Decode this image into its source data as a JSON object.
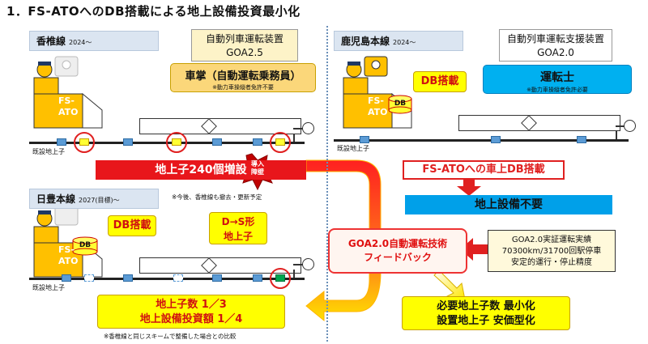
{
  "title": "1．FS-ATOへのDB搭載による地上設備投資最小化",
  "left": {
    "kashii": {
      "line_name": "香椎線",
      "year": "2024～",
      "system": "自動列車運転装置",
      "goa": "GOA2.5",
      "role": "車掌（自動運転乗務員）",
      "role_note": "※動力車操縦者免許不要",
      "ato_label_1": "FS-",
      "ato_label_2": "ATO",
      "existing_balise": "既設地上子"
    },
    "increase_bar": "地上子240個増設",
    "barrier": {
      "line1": "導入",
      "line2": "障壁"
    },
    "hitoyoshi": {
      "line_name": "日豊本線",
      "year": "2027(目標)～",
      "note": "※今後、香椎線も撤去・更新予定",
      "db_label": "DB搭載",
      "ds_line1": "D→S形",
      "ds_line2": "地上子",
      "ato_label_1": "FS-",
      "ato_label_2": "ATO",
      "db_tag": "DB",
      "existing_balise": "既設地上子"
    },
    "result": {
      "line1": "地上子数 1／3",
      "line2": "地上設備投資額 1／4"
    },
    "result_note": "※香椎線と同じスキームで整備した場合との比較"
  },
  "right": {
    "kagoshima": {
      "line_name": "鹿児島本線",
      "year": "2024～",
      "system": "自動列車運転支援装置",
      "goa": "GOA2.0",
      "db_label": "DB搭載",
      "role": "運転士",
      "role_note": "※動力車操縦者免許必要",
      "ato_label_1": "FS-",
      "ato_label_2": "ATO",
      "db_tag": "DB",
      "existing_balise": "既設地上子"
    },
    "fs_db": "FS-ATOへの車上DB搭載",
    "no_ground": "地上設備不要",
    "feedback": {
      "line1": "GOA2.0自動運転技術",
      "line2": "フィードバック"
    },
    "performance": {
      "line1": "GOA2.0実証運転実績",
      "line2": "70300km/31700回駅停車",
      "line3": "安定的運行・停止精度"
    },
    "minimize": {
      "line1": "必要地上子数 最小化",
      "line2": "設置地上子 安価型化"
    }
  },
  "colors": {
    "red": "#e02020",
    "yellow": "#ffff00",
    "orange": "#fbd77a",
    "cyan": "#00a0e9",
    "blue_balise": "#5b9bd5",
    "green_balise": "#00a651"
  }
}
